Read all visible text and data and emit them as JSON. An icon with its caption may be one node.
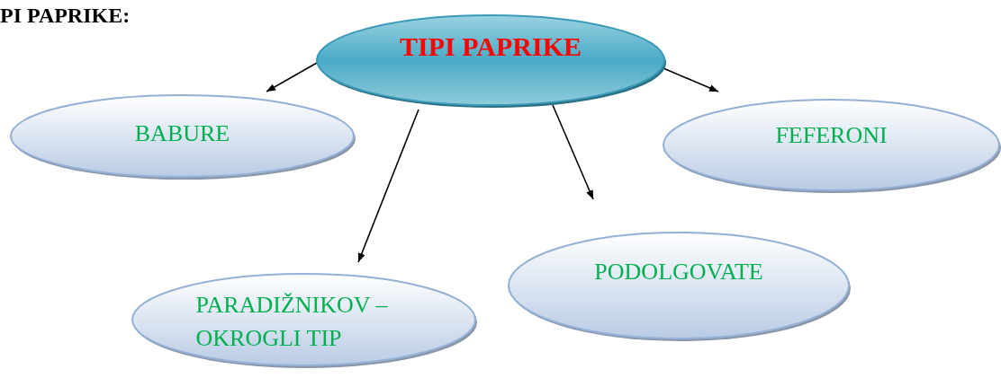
{
  "diagram": {
    "title": "PI PAPRIKE:",
    "nodes": [
      {
        "text": [
          "TIPI PAPRIKE"
        ]
      },
      {
        "text": [
          "BABURE"
        ]
      },
      {
        "text": [
          "FEFERONI"
        ]
      },
      {
        "text": [
          "PODOLGOVATE"
        ]
      },
      {
        "text": [
          "PARADIŽNIKOV – OKROGLI TIP"
        ]
      }
    ],
    "edges": [
      {
        "from": 0,
        "to": 1,
        "arrow": "to"
      },
      {
        "from": 0,
        "to": 2,
        "arrow": "to"
      },
      {
        "from": 0,
        "to": 3,
        "arrow": "to"
      },
      {
        "from": 0,
        "to": 4,
        "arrow": "to"
      }
    ]
  }
}
